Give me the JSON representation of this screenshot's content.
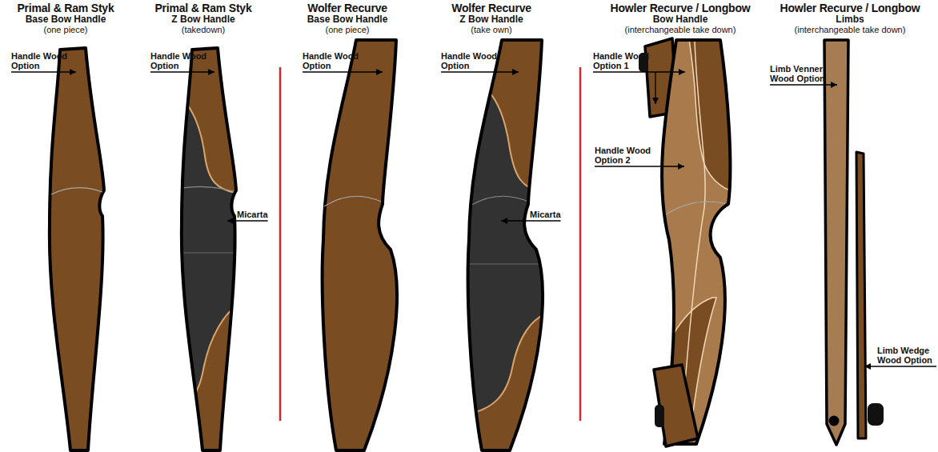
{
  "diagram": {
    "labels": [
      "Primal & Ram Styk",
      "Base Bow Handle",
      "(one piece)",
      "Primal & Ram Styk",
      "Z Bow Handle",
      "(takedown)",
      "Wolfer Recurve",
      "Base Bow Handle",
      "(one piece)",
      "Wolfer Recurve",
      "Z Bow Handle",
      "(take own)",
      "Howler Recurve / Longbow",
      "Bow Handle",
      "(interchangeable take down)",
      "Howler Recurve / Longbow",
      "Limbs",
      "(interchangeable take down)",
      "Handle Wood Option",
      "Handle Wood Option",
      "Micarta",
      "Handle Wood Option",
      "Handle Wood Option",
      "Micarta",
      "Handle Wood Option 1",
      "Handle Wood Option 2",
      "Limb Venner Wood Option",
      "Limb Wedge Wood Option"
    ]
  }
}
